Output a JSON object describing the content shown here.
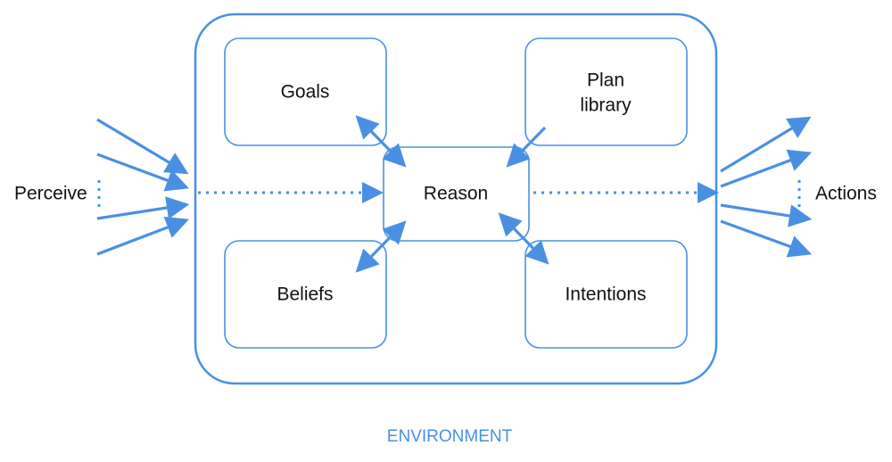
{
  "colors": {
    "accent": "#4a90e2",
    "text": "#111111",
    "box_border": "#4a90e2"
  },
  "environment": {
    "label": "ENVIRONMENT"
  },
  "components": {
    "goals": "Goals",
    "plan_library_line1": "Plan",
    "plan_library_line2": "library",
    "reason": "Reason",
    "beliefs": "Beliefs",
    "intentions": "Intentions"
  },
  "inputs": {
    "label": "Perceive"
  },
  "outputs": {
    "label": "Actions"
  }
}
